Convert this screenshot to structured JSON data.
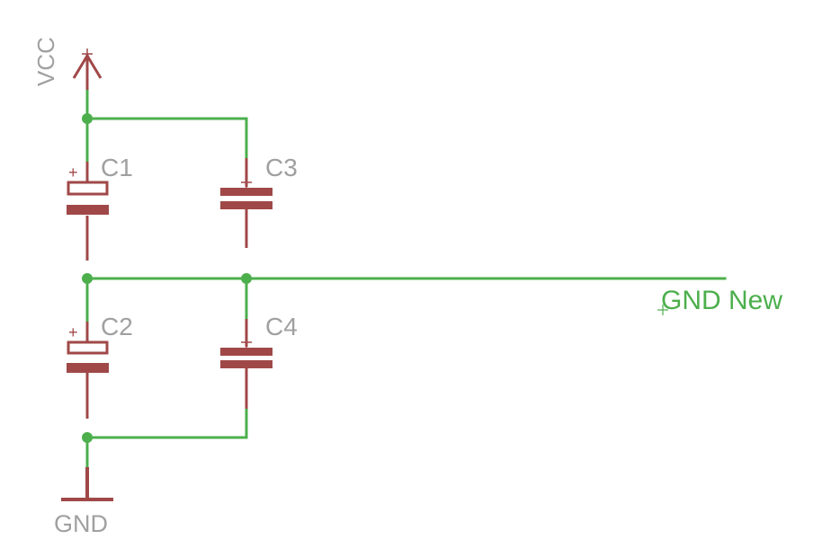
{
  "colors": {
    "wire": "#4caf4c",
    "symbol": "#a04848",
    "label": "#a0a0a0",
    "net_label": "#4caf4c",
    "background": "#ffffff"
  },
  "power": {
    "supply_label": "VCC",
    "ground_label": "GND"
  },
  "components": [
    {
      "ref": "C1",
      "type": "polarized-capacitor",
      "polarity_mark": "+"
    },
    {
      "ref": "C2",
      "type": "polarized-capacitor",
      "polarity_mark": "+"
    },
    {
      "ref": "C3",
      "type": "capacitor"
    },
    {
      "ref": "C4",
      "type": "capacitor"
    }
  ],
  "net": {
    "label": "GND New"
  }
}
